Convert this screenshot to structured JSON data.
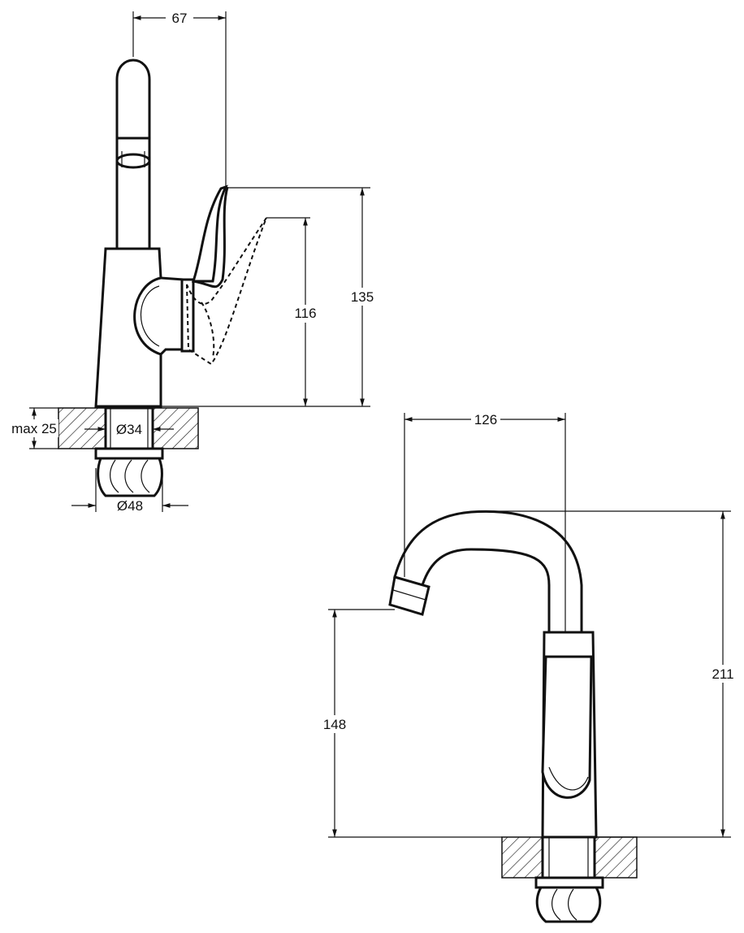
{
  "dimensions": {
    "side_spout_offset": "67",
    "side_lever_height": "135",
    "side_lever_open_height": "116",
    "max_countertop": "max 25",
    "hole_diameter": "Ø34",
    "base_diameter": "Ø48",
    "front_reach": "126",
    "front_total_height": "211",
    "front_spout_height": "148"
  },
  "colors": {
    "line": "#111111",
    "background": "#ffffff"
  }
}
